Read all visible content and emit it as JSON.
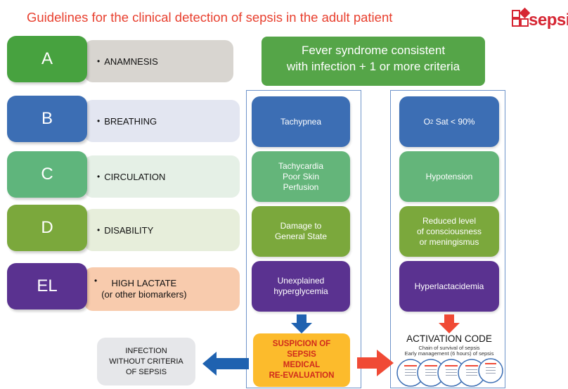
{
  "title": "Guidelines for the clinical detection of sepsis in the adult patient",
  "logo": {
    "text": "sepsis"
  },
  "rows": [
    {
      "letter": "A",
      "label": "ANAMNESIS"
    },
    {
      "letter": "B",
      "label": "BREATHING"
    },
    {
      "letter": "C",
      "label": "CIRCULATION"
    },
    {
      "letter": "D",
      "label": "DISABILITY"
    },
    {
      "letter": "EL",
      "label_line1": "HIGH LACTATE",
      "label_line2": "(or other biomarkers)"
    }
  ],
  "criteria_header": {
    "line1": "Fever syndrome consistent",
    "line2": "with infection + 1 or more criteria"
  },
  "column1": {
    "breathing": "Tachypnea",
    "circulation_line1": "Tachycardia",
    "circulation_line2": "Poor Skin",
    "circulation_line3": "Perfusion",
    "disability_line1": "Damage to",
    "disability_line2": "General State",
    "lactate_line1": "Unexplained",
    "lactate_line2": "hyperglycemia"
  },
  "column2": {
    "breathing_prefix": "O",
    "breathing_sub": "2",
    "breathing_suffix": " Sat < 90%",
    "circulation": "Hypotension",
    "disability_line1": "Reduced level",
    "disability_line2": "of consciousness",
    "disability_line3": "or meningismus",
    "lactate": "Hyperlactacidemia"
  },
  "suspicion": {
    "line1": "SUSPICION OF",
    "line2": "SEPSIS",
    "line3": "MEDICAL",
    "line4": "RE-EVALUATION"
  },
  "infection": {
    "line1": "INFECTION",
    "line2": "WITHOUT CRITERIA",
    "line3": "OF SEPSIS"
  },
  "activation": {
    "title": "ACTIVATION CODE",
    "subtitle1": "Chain of survival of sepsis",
    "subtitle2": "Early management (6 hours) of sepsis"
  },
  "colors": {
    "title": "#e8402f",
    "logo": "#d62633",
    "a": "#47a23f",
    "b": "#3c6eb4",
    "c": "#5fb57c",
    "d": "#7ba83c",
    "el": "#5a3290",
    "band_a": "#d8d5d0",
    "band_b": "#e3e6f1",
    "band_c": "#e5f0e6",
    "band_d": "#e7eedb",
    "band_el": "#f8cbad",
    "arrow_blue": "#1f62b0",
    "arrow_red": "#f04a35"
  }
}
